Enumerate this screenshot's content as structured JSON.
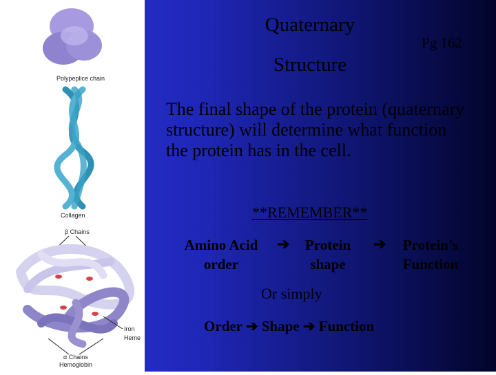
{
  "title": {
    "line1": "Quaternary",
    "line2": "Structure"
  },
  "page_ref": "Pg 162",
  "body": "The final shape of the protein (quaternary structure) will determine what function the protein has in the cell.",
  "remember": "**REMEMBER**",
  "flow": {
    "step1": {
      "line1": "Amino Acid",
      "line2": "order"
    },
    "step2": {
      "line1": "Protein",
      "line2": "shape"
    },
    "step3": {
      "line1": "Protein’s",
      "line2": "Function"
    },
    "arrow_glyph": "➔"
  },
  "or_simply": "Or simply",
  "simple_flow": {
    "a": "Order",
    "b": "Shape",
    "c": "Function"
  },
  "figure": {
    "label_polypeptide": "Polypeplice chain",
    "label_collagen": "Collagen",
    "label_beta": "β Chains",
    "label_iron": "Iron",
    "label_heme": "Heme",
    "label_alpha": "α Chains",
    "label_hemoglobin": "Hemoglobin"
  },
  "colors": {
    "accent_blue": "#2c36e0",
    "collagen": "#3a9bbf",
    "globular": "#9a8fd6",
    "heme": "#d1444a"
  }
}
